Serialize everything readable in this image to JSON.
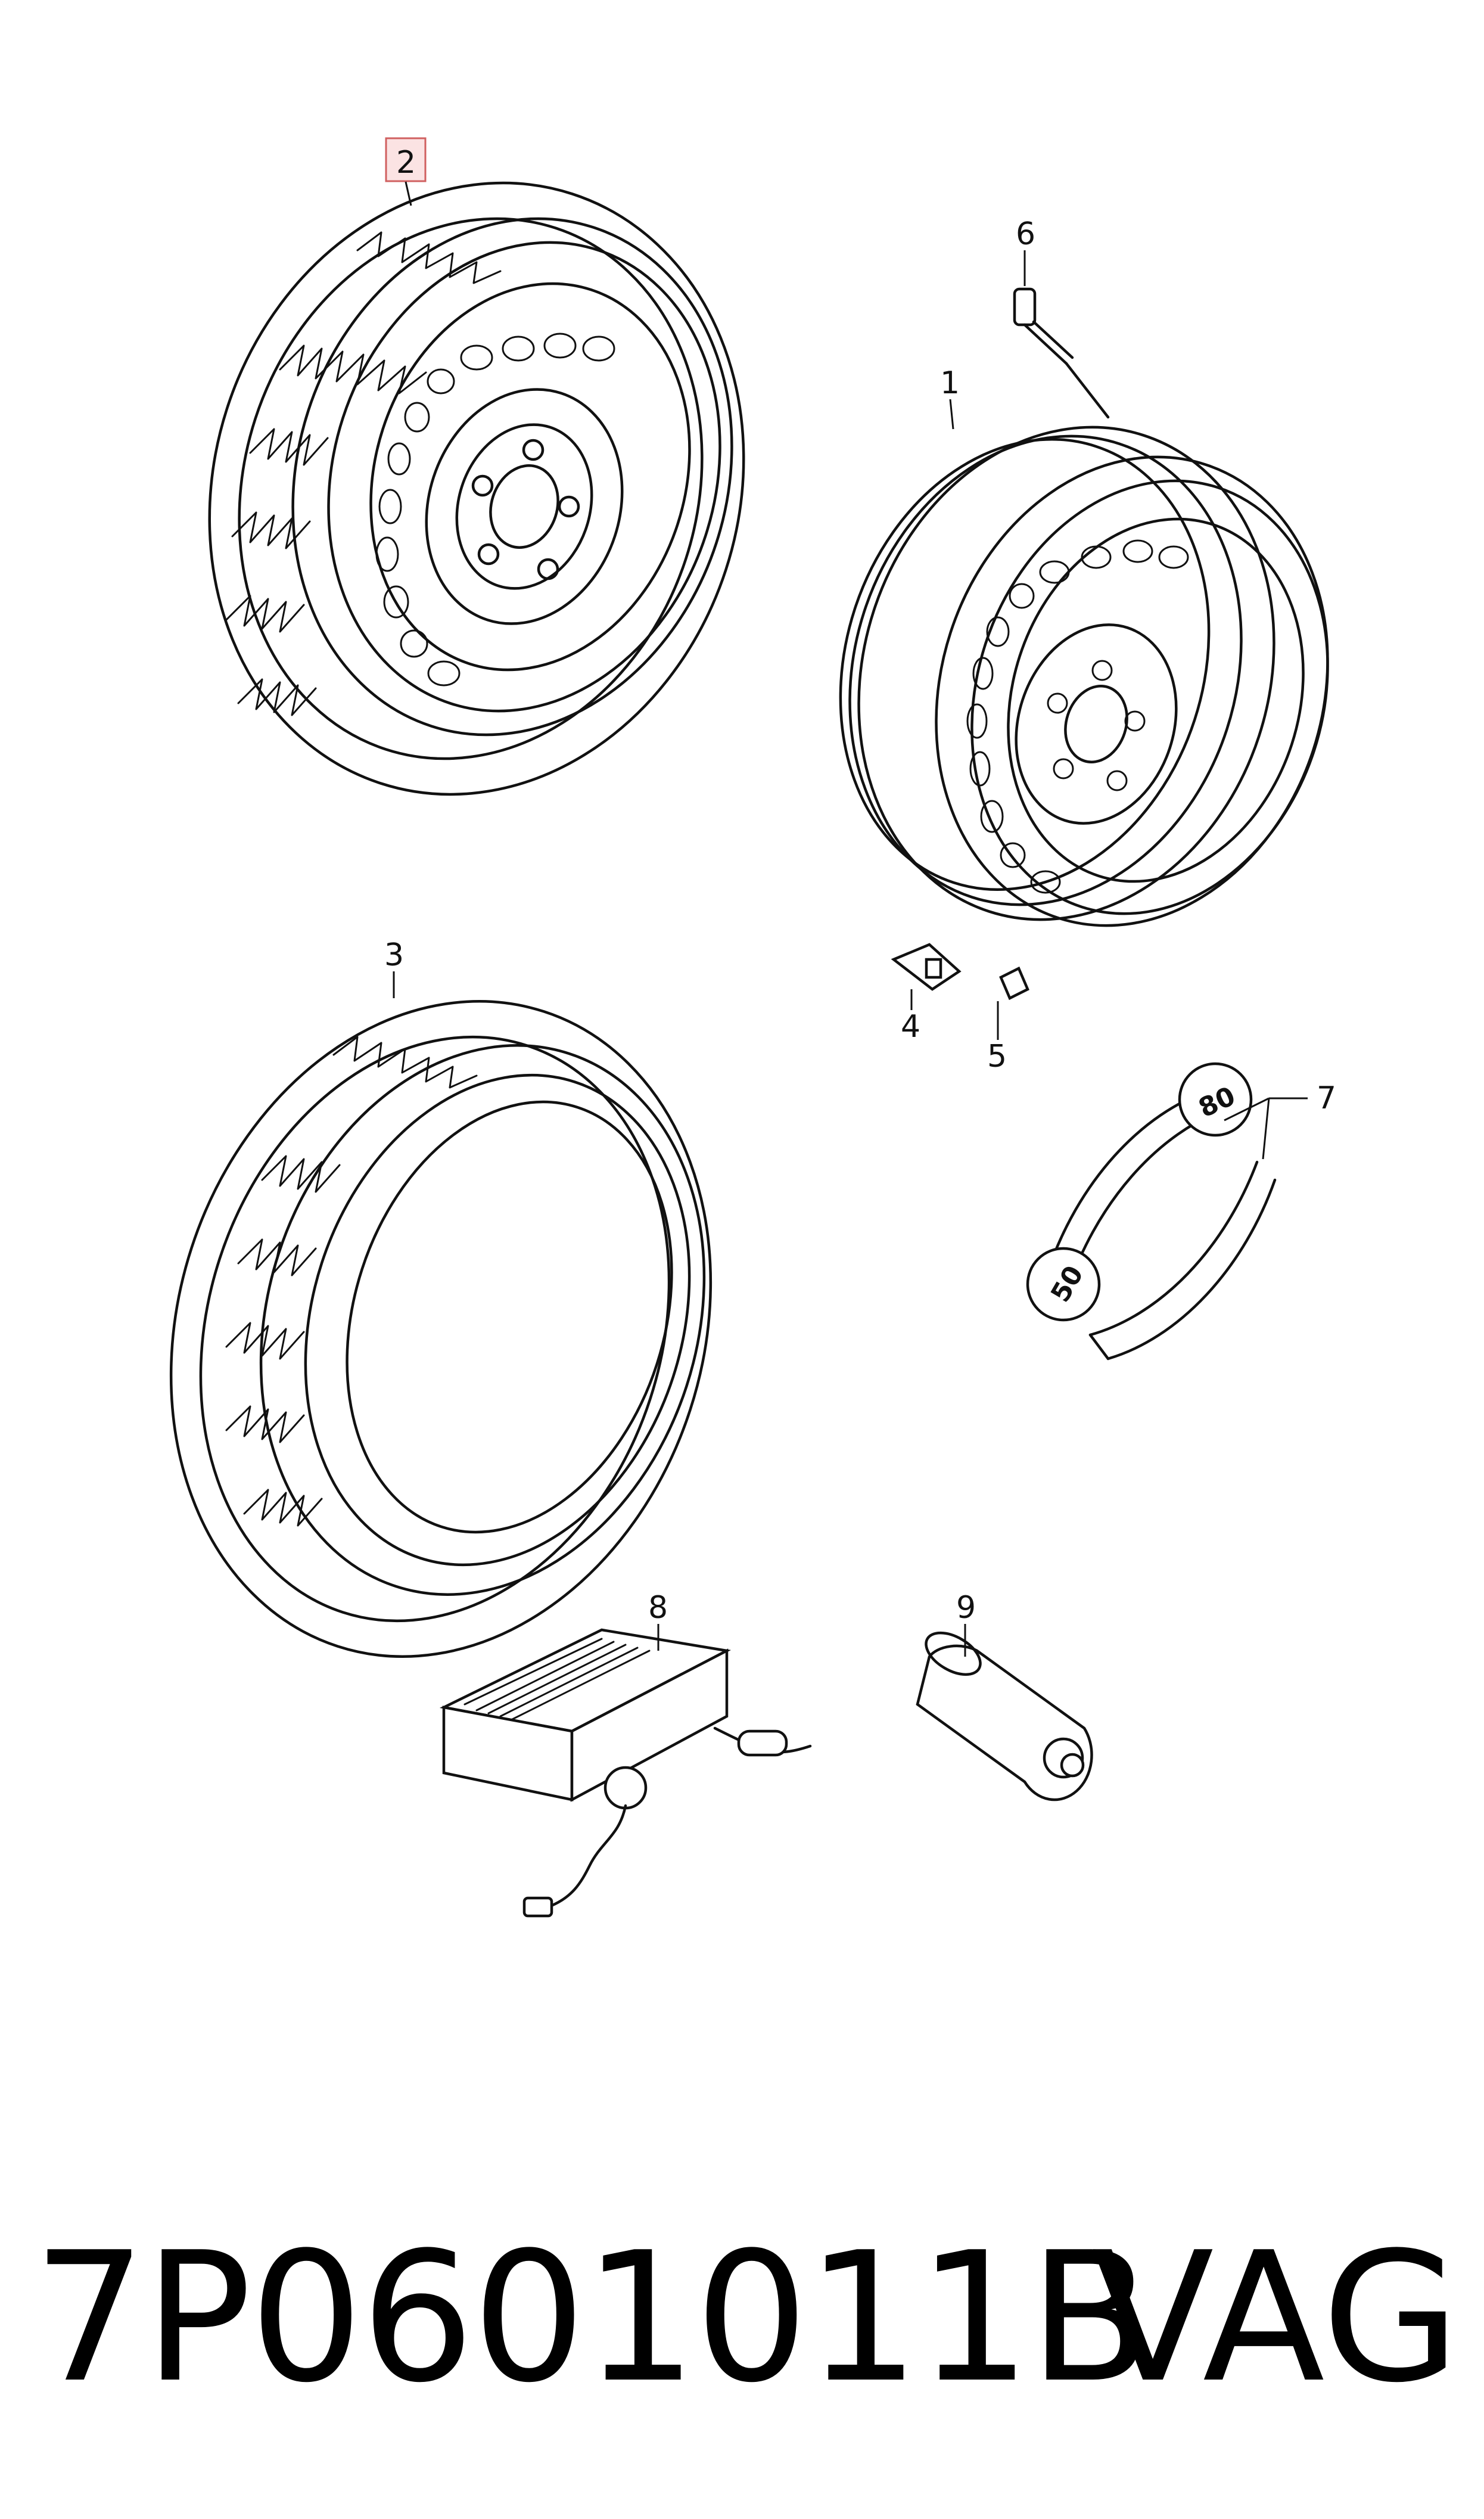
{
  "callouts": {
    "c1": "1",
    "c2": "2",
    "c3": "3",
    "c4": "4",
    "c5": "5",
    "c6": "6",
    "c7": "7",
    "c8": "8",
    "c9": "9"
  },
  "ring_labels": {
    "upper": "80",
    "lower": "50"
  },
  "footer": {
    "part_number": "7P0601011B",
    "brand": "VAG"
  },
  "colors": {
    "highlight_fill": "#fbe3e3",
    "highlight_stroke": "#d06060",
    "ink": "#111111"
  }
}
